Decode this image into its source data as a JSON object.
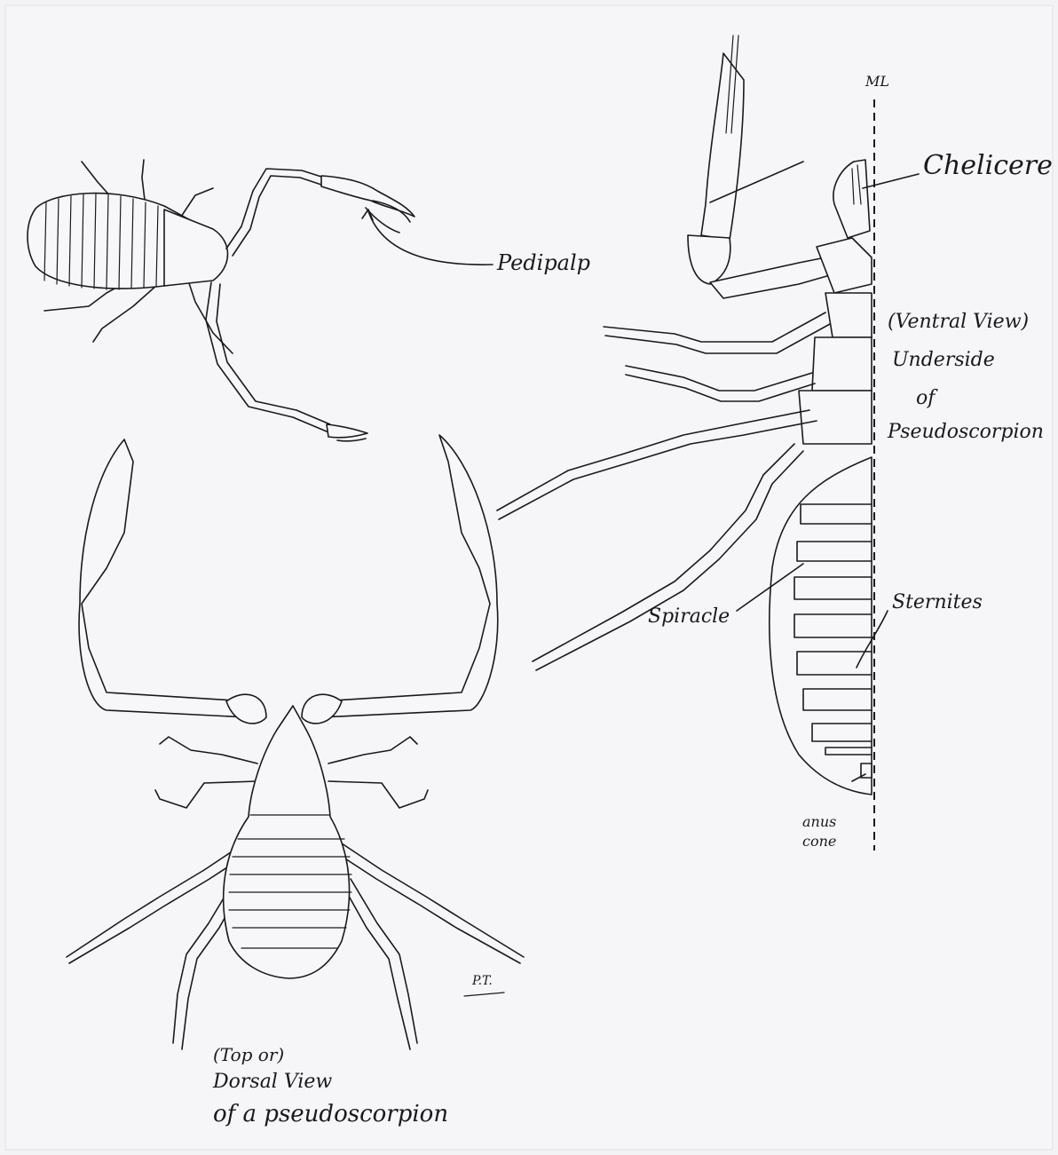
{
  "labels": {
    "midline": "ML",
    "chelicerae": "Chelicere",
    "pedipalp": "Pedipalp",
    "ventral_view": "(Ventral View)",
    "underside": "Underside",
    "of": "of",
    "pseudoscorpion_v": "Pseudoscorpion",
    "spiracle": "Spiracle",
    "sternites": "Sternites",
    "anus": "anus",
    "cone": "cone",
    "signature": "P.T.",
    "dorsal_line1": "(Top or)",
    "dorsal_line2": "Dorsal View",
    "dorsal_line3": "of a pseudoscorpion"
  }
}
